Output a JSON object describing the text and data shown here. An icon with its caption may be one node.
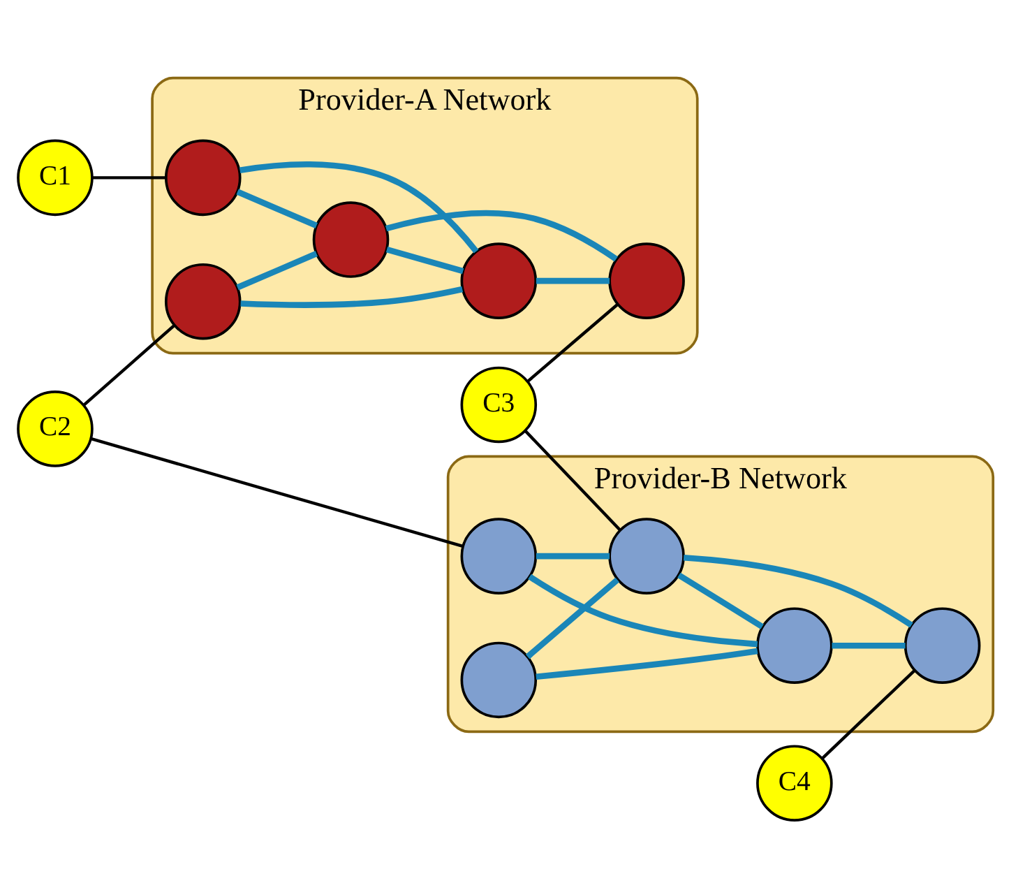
{
  "diagram": {
    "nodes": [
      {
        "text": [
          "Provider-A Network"
        ]
      },
      {
        "text": [],
        "shape": "circle",
        "in": 0
      },
      {
        "text": [],
        "shape": "circle",
        "in": 0
      },
      {
        "text": [],
        "shape": "circle",
        "in": 0
      },
      {
        "text": [],
        "shape": "circle",
        "in": 0
      },
      {
        "text": [],
        "shape": "circle",
        "in": 0
      },
      {
        "text": [
          "Provider-B Network"
        ]
      },
      {
        "text": [],
        "shape": "circle",
        "in": 6
      },
      {
        "text": [],
        "shape": "circle",
        "in": 6
      },
      {
        "text": [],
        "shape": "circle",
        "in": 6
      },
      {
        "text": [],
        "shape": "circle",
        "in": 6
      },
      {
        "text": [],
        "shape": "circle",
        "in": 6
      },
      {
        "text": [
          "C1"
        ]
      },
      {
        "text": [
          "C2"
        ]
      },
      {
        "text": [
          "C3"
        ]
      },
      {
        "text": [
          "C4"
        ]
      }
    ],
    "edges": [
      {
        "from": 1,
        "to": 2,
        "arrow": "none"
      },
      {
        "from": 1,
        "to": 4,
        "arrow": "none"
      },
      {
        "from": 3,
        "to": 2,
        "arrow": "none"
      },
      {
        "from": 3,
        "to": 4,
        "arrow": "none"
      },
      {
        "from": 2,
        "to": 4,
        "arrow": "none"
      },
      {
        "from": 2,
        "to": 5,
        "arrow": "none"
      },
      {
        "from": 4,
        "to": 5,
        "arrow": "none"
      },
      {
        "from": 7,
        "to": 8,
        "arrow": "none"
      },
      {
        "from": 7,
        "to": 10,
        "arrow": "none"
      },
      {
        "from": 9,
        "to": 8,
        "arrow": "none"
      },
      {
        "from": 9,
        "to": 10,
        "arrow": "none"
      },
      {
        "from": 8,
        "to": 10,
        "arrow": "none"
      },
      {
        "from": 8,
        "to": 11,
        "arrow": "none"
      },
      {
        "from": 10,
        "to": 11,
        "arrow": "none"
      },
      {
        "from": 12,
        "to": 1,
        "arrow": "none",
        "color": "#000000"
      },
      {
        "from": 13,
        "to": 3,
        "arrow": "none",
        "color": "#000000"
      },
      {
        "from": 13,
        "to": 7,
        "arrow": "none",
        "color": "#000000"
      },
      {
        "from": 14,
        "to": 5,
        "arrow": "none",
        "color": "#000000"
      },
      {
        "from": 14,
        "to": 8,
        "arrow": "none",
        "color": "#000000"
      },
      {
        "from": 15,
        "to": 11,
        "arrow": "none",
        "color": "#000000"
      }
    ]
  }
}
